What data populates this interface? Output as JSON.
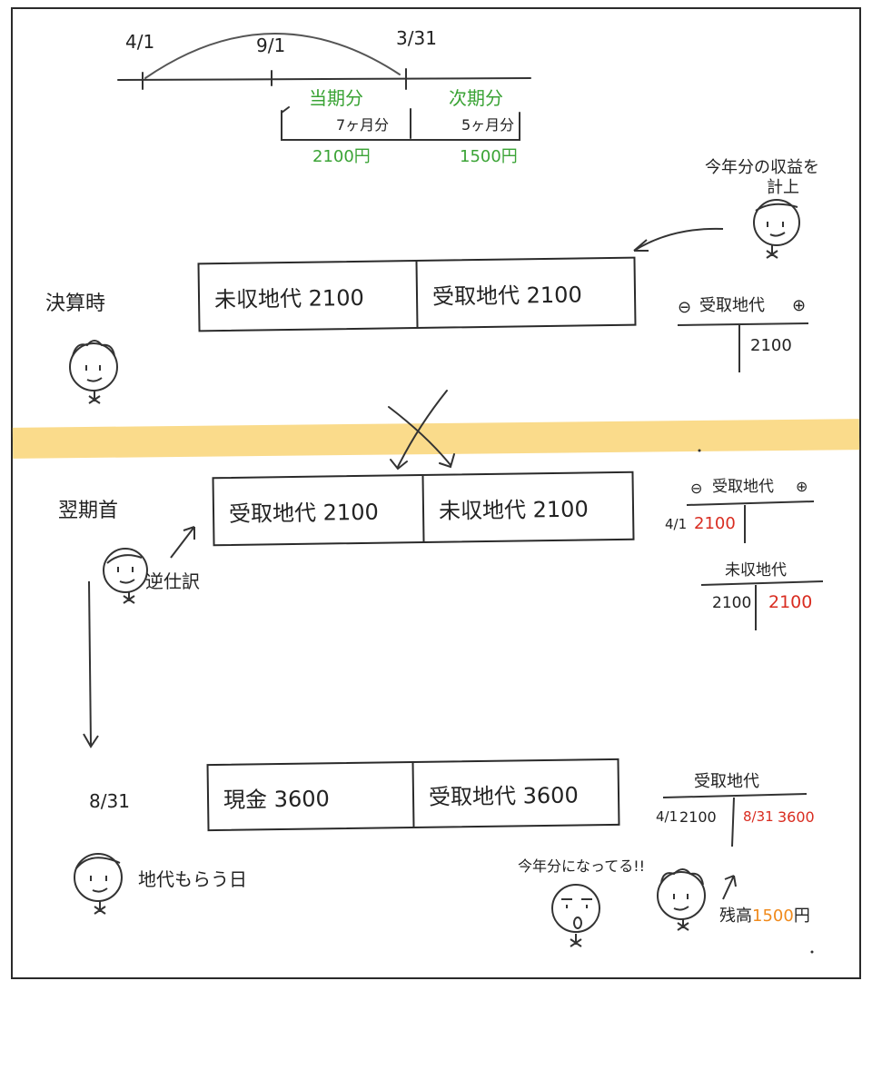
{
  "timeline": {
    "ticks": [
      "4/1",
      "9/1",
      "3/31"
    ],
    "current_label": "当期分",
    "next_label": "次期分",
    "current_months": "7ヶ月分",
    "next_months": "5ヶ月分",
    "current_amount": "2100円",
    "next_amount": "1500円"
  },
  "closing": {
    "label": "決算時",
    "note_line1": "今年分の収益を",
    "note_line2": "計上",
    "debit": "未収地代 2100",
    "credit": "受取地代 2100",
    "taccount_title": "受取地代",
    "taccount_minus": "⊖",
    "taccount_plus": "⊕",
    "taccount_credit": "2100"
  },
  "opening": {
    "label": "翌期首",
    "reversal_note": "逆仕訳",
    "debit": "受取地代 2100",
    "credit": "未収地代 2100",
    "taccount1_title": "受取地代",
    "taccount1_minus": "⊖",
    "taccount1_plus": "⊕",
    "taccount1_date": "4/1",
    "taccount1_debit": "2100",
    "taccount2_title": "未収地代",
    "taccount2_debit": "2100",
    "taccount2_credit": "2100"
  },
  "payment": {
    "date": "8/31",
    "note": "地代もらう日",
    "debit": "現金 3600",
    "credit": "受取地代 3600",
    "taccount_title": "受取地代",
    "taccount_debit_date": "4/1",
    "taccount_debit": "2100",
    "taccount_credit_date": "8/31",
    "taccount_credit": "3600",
    "exclaim": "今年分になってる!!",
    "balance_label": "残高",
    "balance_amount": "1500",
    "balance_unit": "円"
  },
  "colors": {
    "green": "#3aa335",
    "red": "#d92c20",
    "orange": "#f08a1c",
    "highlight": "#f9d77e"
  }
}
